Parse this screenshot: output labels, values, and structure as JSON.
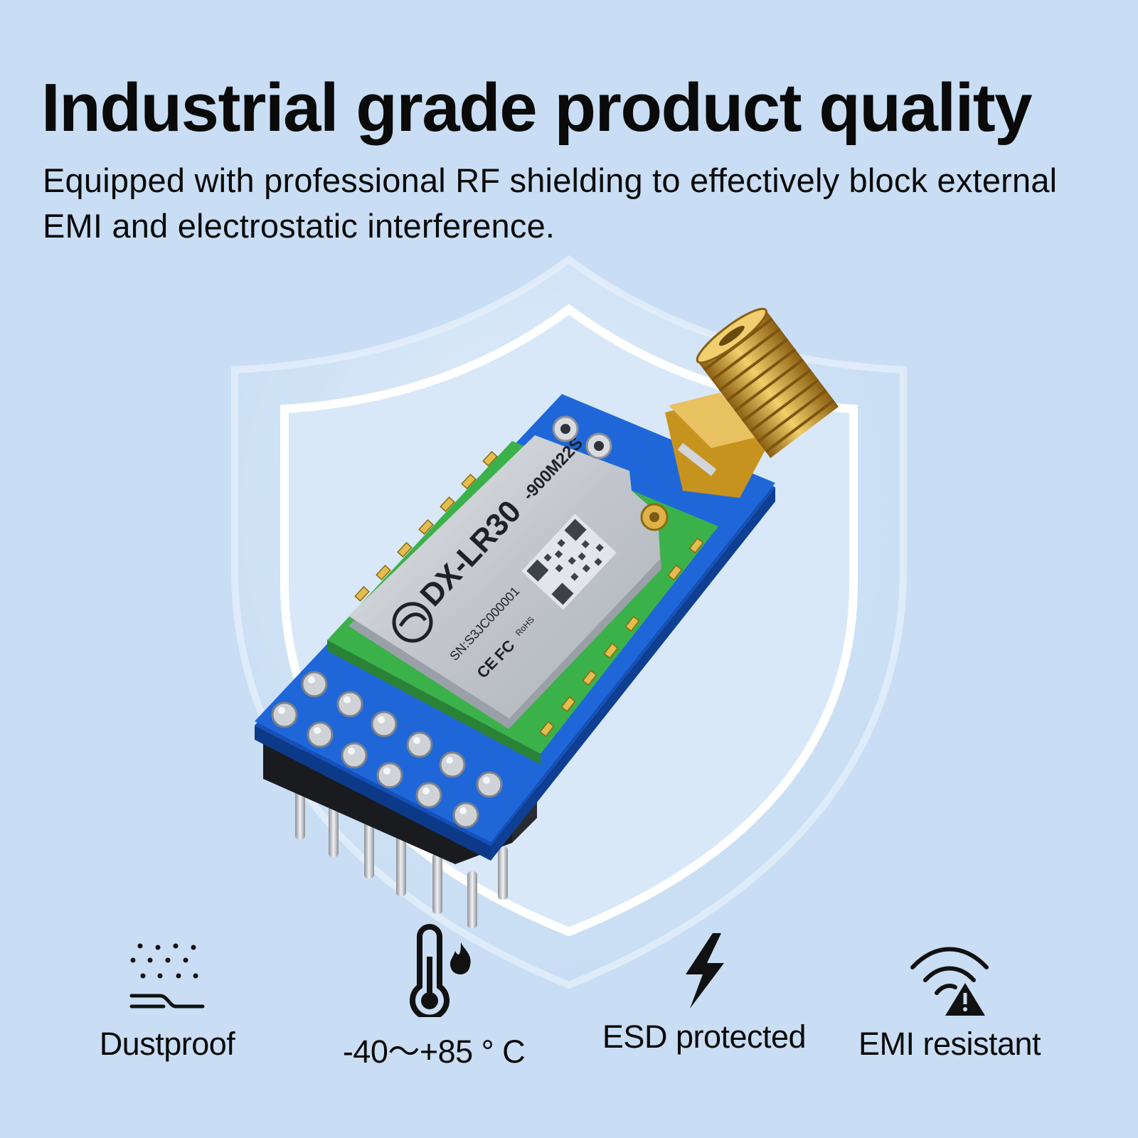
{
  "header": {
    "title": "Industrial grade product quality",
    "subtitle": "Equipped with professional RF shielding to effectively block external EMI and electrostatic interference."
  },
  "module": {
    "model": "DX-LR30",
    "variant": "-900M22S",
    "serial": "SN:S3JC000001",
    "marks": [
      "CE",
      "FC",
      "RoHS"
    ]
  },
  "features": [
    {
      "label": "Dustproof",
      "icon": "dust-icon"
    },
    {
      "label": "-40～+85 ° C",
      "icon": "thermometer-flame-icon"
    },
    {
      "label": "ESD protected",
      "icon": "lightning-icon"
    },
    {
      "label": "EMI resistant",
      "icon": "wifi-warning-icon"
    }
  ],
  "colors": {
    "background": "#c9def4",
    "pcb_blue": "#1f67d9",
    "pcb_green": "#3bb14a",
    "gold": "#d4a23a",
    "shield_metal": "#c9cdd3",
    "text": "#0a0a0a"
  }
}
